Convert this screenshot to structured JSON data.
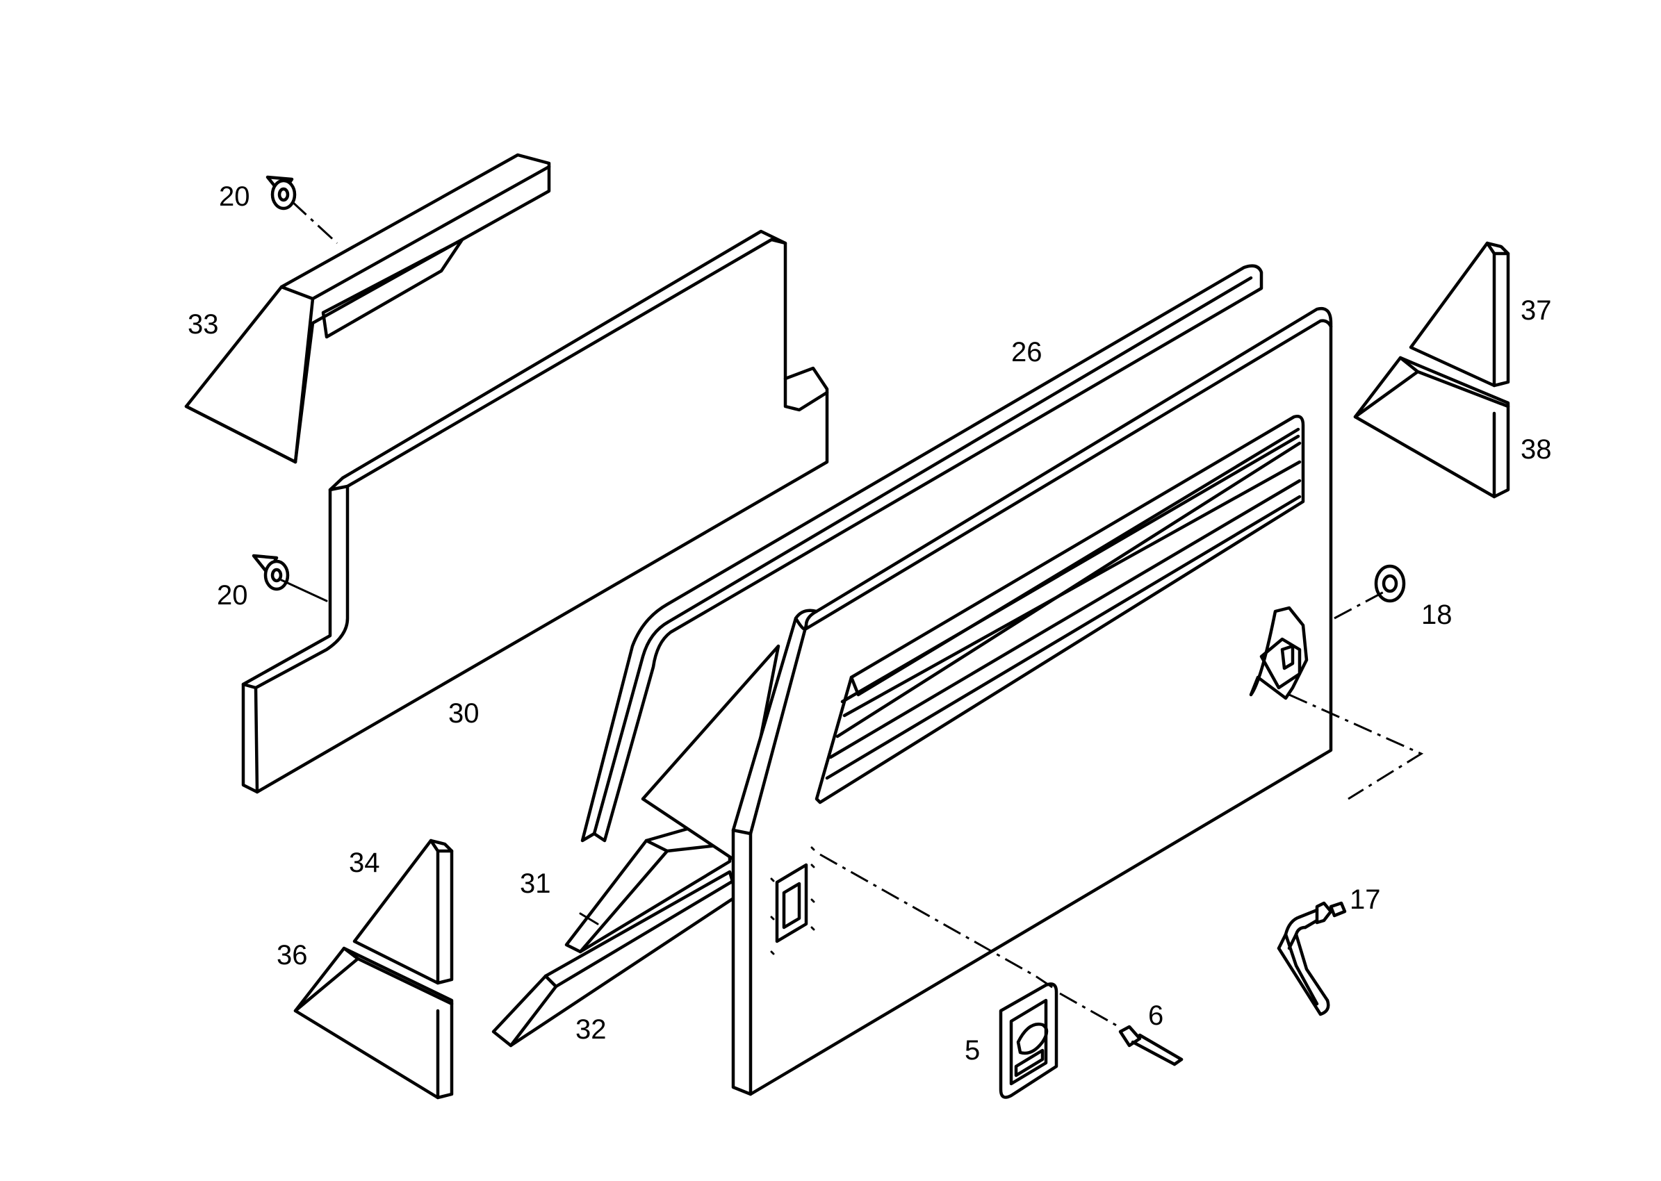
{
  "diagram": {
    "labels": {
      "p20_top": "20",
      "p33": "33",
      "p20_mid": "20",
      "p30": "30",
      "p26": "26",
      "p37": "37",
      "p38": "38",
      "p18": "18",
      "p17": "17",
      "p34": "34",
      "p31": "31",
      "p36": "36",
      "p32": "32",
      "p5": "5",
      "p6": "6"
    }
  }
}
